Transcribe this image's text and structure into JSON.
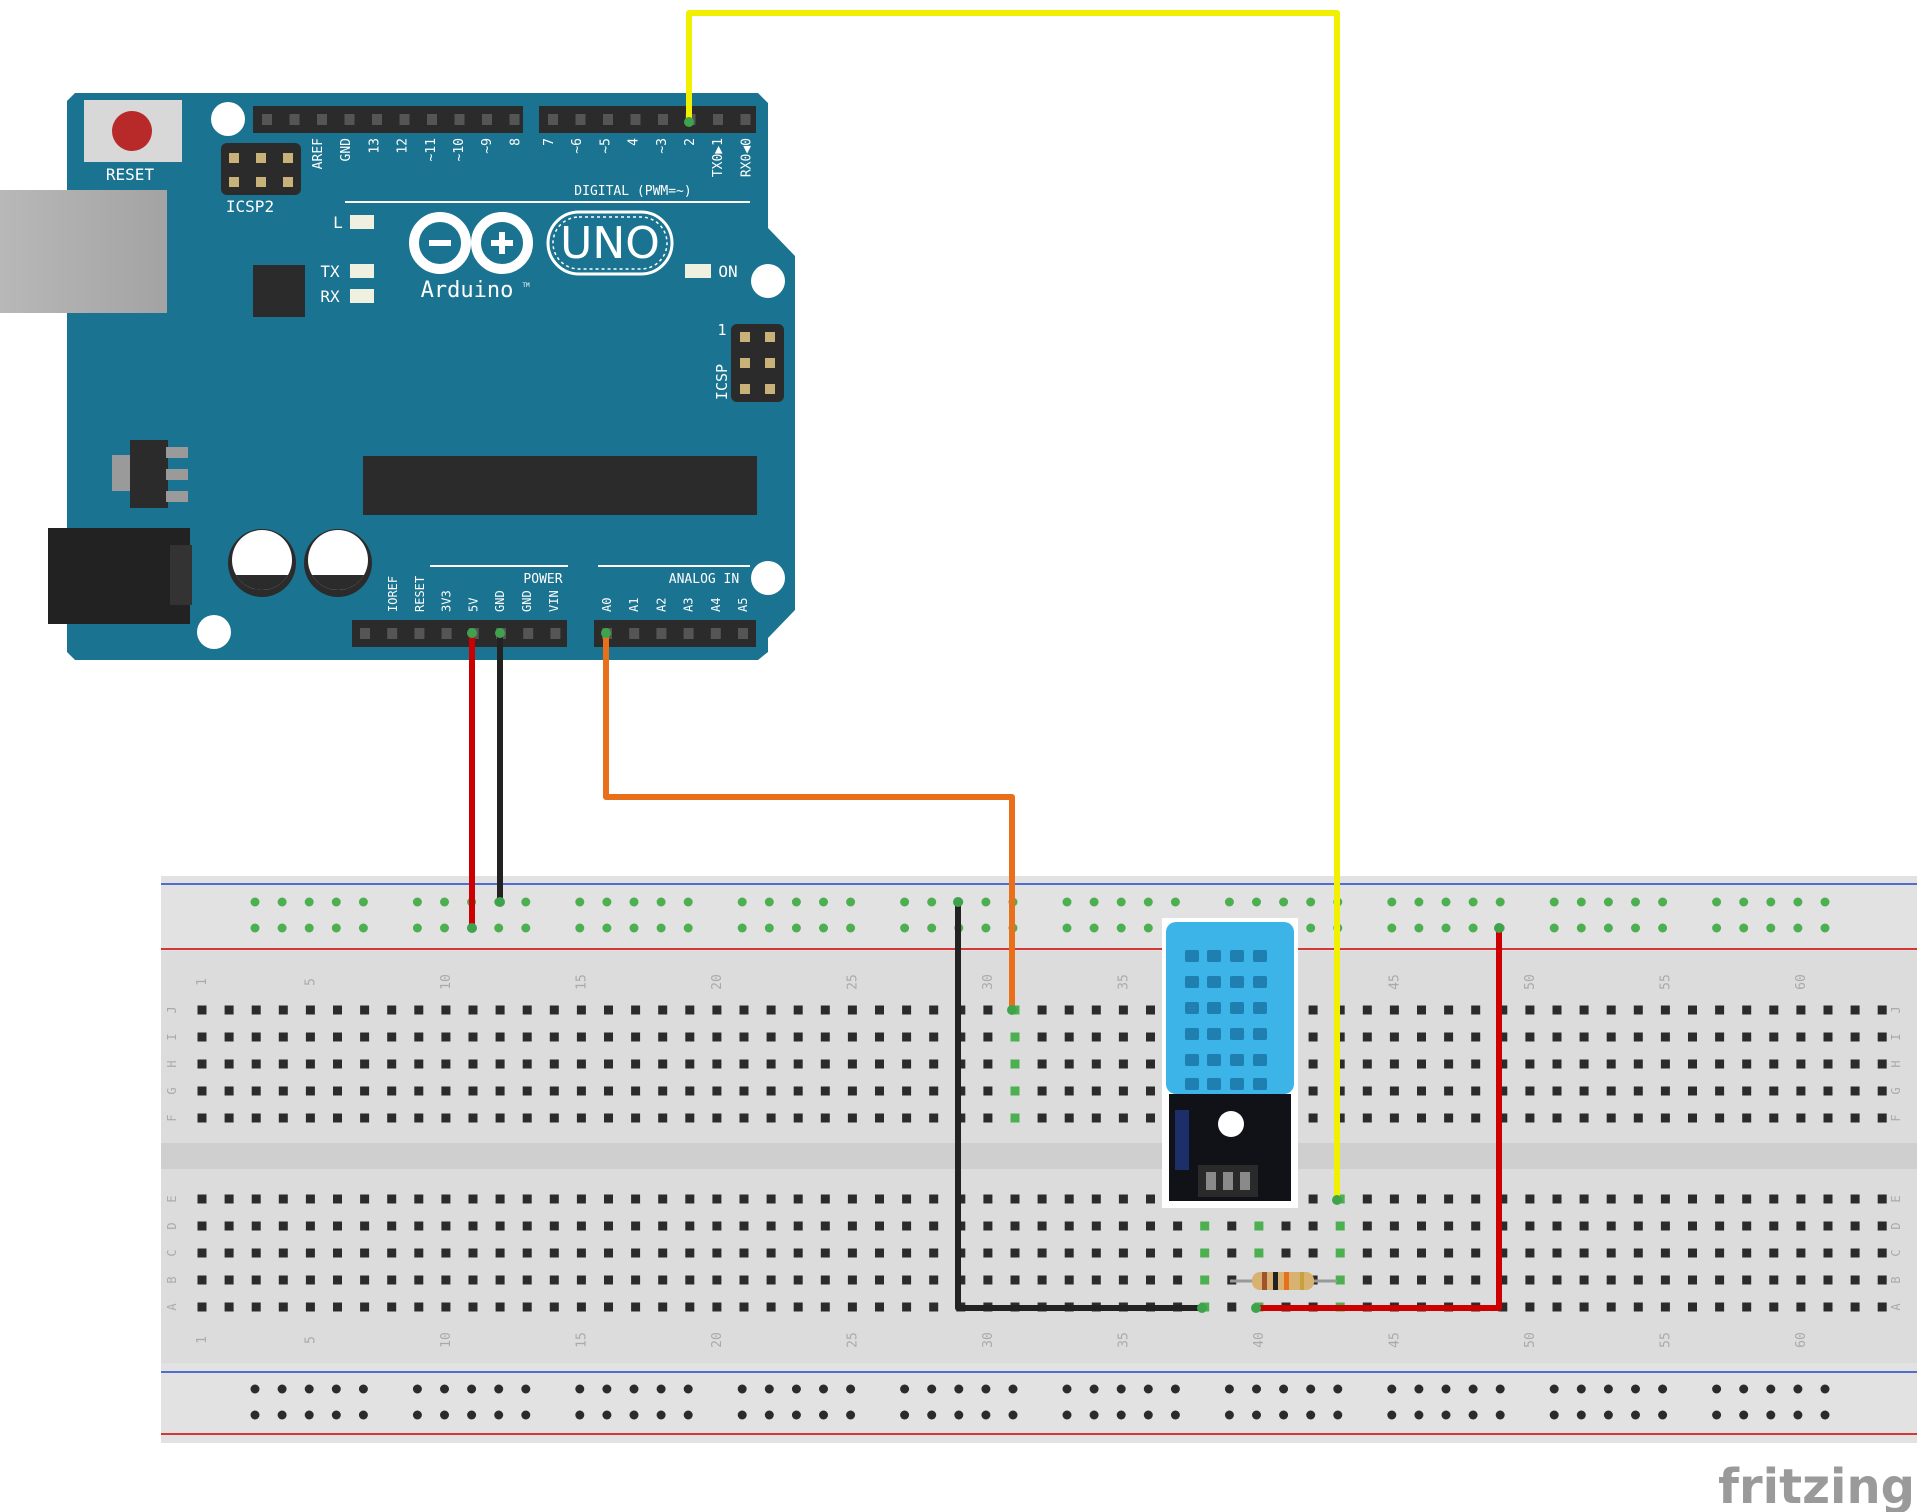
{
  "arduino": {
    "reset_label": "RESET",
    "icsp2_label": "ICSP2",
    "icsp_label": "ICSP",
    "icsp_pin1_label": "1",
    "digital_header": "DIGITAL (PWM=~)",
    "digital_pins": [
      "AREF",
      "GND",
      "13",
      "12",
      "~11",
      "~10",
      "~9",
      "8",
      "7",
      "~6",
      "~5",
      "4",
      "~3",
      "2",
      "TX0▶1",
      "RX0◀0"
    ],
    "led_l": "L",
    "led_tx": "TX",
    "led_rx": "RX",
    "led_on": "ON",
    "logo_uno": "UNO",
    "logo_arduino": "Arduino",
    "tm": "TM",
    "power_header": "POWER",
    "power_pins": [
      "IOREF",
      "RESET",
      "3V3",
      "5V",
      "GND",
      "GND",
      "VIN"
    ],
    "analog_header": "ANALOG IN",
    "analog_pins": [
      "A0",
      "A1",
      "A2",
      "A3",
      "A4",
      "A5"
    ]
  },
  "breadboard": {
    "rows_top": [
      "J",
      "I",
      "H",
      "G",
      "F"
    ],
    "rows_bottom": [
      "E",
      "D",
      "C",
      "B",
      "A"
    ],
    "column_labels": [
      "1",
      "5",
      "10",
      "15",
      "20",
      "25",
      "30",
      "35",
      "40",
      "45",
      "50",
      "55",
      "60"
    ]
  },
  "wires": [
    {
      "name": "5v-wire",
      "color": "#cc0000",
      "from": "5V",
      "to": "power rail +"
    },
    {
      "name": "gnd-wire",
      "color": "#222222",
      "from": "GND",
      "to": "power rail -"
    },
    {
      "name": "signal-wire",
      "color": "#e8701a",
      "from": "A0",
      "to": "column 31"
    },
    {
      "name": "pin2-wire",
      "color": "#f0f000",
      "from": "2",
      "to": "column 43"
    },
    {
      "name": "ground-jumper",
      "color": "#222222",
      "from": "power rail -",
      "to": "column 38"
    },
    {
      "name": "vcc-jumper",
      "color": "#cc0000",
      "from": "power rail +",
      "to": "column 40"
    }
  ],
  "components": {
    "sensor": "DHT11 module",
    "resistor": "pull-up resistor"
  },
  "colors": {
    "board": "#1a7390",
    "rail_red": "#cc0000",
    "rail_blue": "#2244cc",
    "sensor_blue": "#3cb4e8"
  },
  "watermark": "fritzing"
}
